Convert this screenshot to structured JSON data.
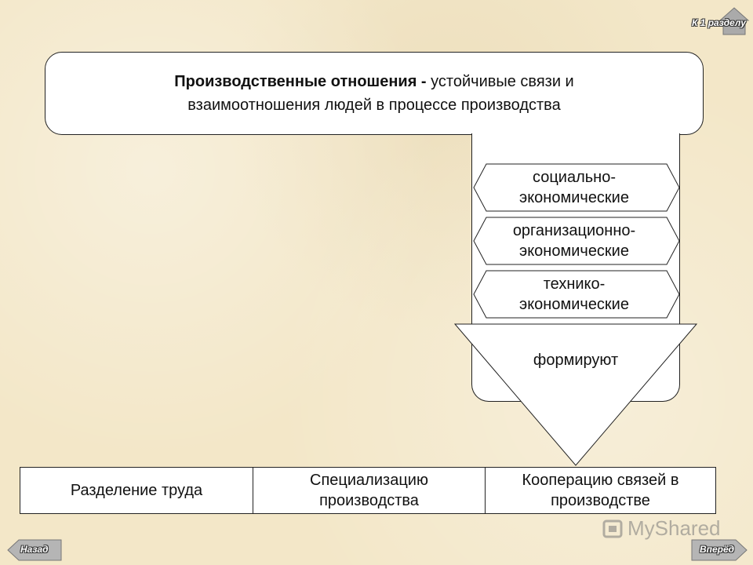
{
  "definition": {
    "term": "Производственные отношения -",
    "line1_rest": " устойчивые связи и",
    "line2": "взаимоотношения людей в процессе производства"
  },
  "relation_types": [
    {
      "line1": "социально-",
      "line2": "экономические"
    },
    {
      "line1": "организационно-",
      "line2": "экономические"
    },
    {
      "line1": "технико-",
      "line2": "экономические"
    }
  ],
  "arrow_label": "формируют",
  "results": [
    {
      "lines": [
        "Разделение труда"
      ]
    },
    {
      "lines": [
        "Специализацию",
        "производства"
      ]
    },
    {
      "lines": [
        "Кооперацию связей в",
        "производстве"
      ]
    }
  ],
  "nav": {
    "to_section": "К 1 разделу",
    "back": "Назад",
    "forward": "Вперёд"
  },
  "watermark": "MyShared"
}
